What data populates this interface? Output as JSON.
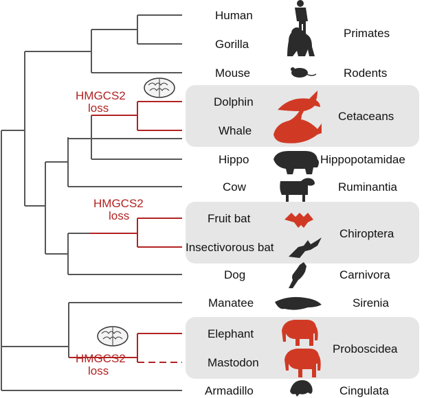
{
  "colors": {
    "tree_line": "#555555",
    "loss_line": "#b22222",
    "highlight_box": "#e6e6e6",
    "silhouette_dark": "#2b2b2b",
    "silhouette_red": "#c8321e"
  },
  "species": [
    {
      "name": "Human",
      "icon": "human-silhouette-icon"
    },
    {
      "name": "Gorilla",
      "icon": "gorilla-silhouette-icon"
    },
    {
      "name": "Mouse",
      "icon": "mouse-silhouette-icon"
    },
    {
      "name": "Dolphin",
      "icon": "dolphin-silhouette-icon"
    },
    {
      "name": "Whale",
      "icon": "whale-silhouette-icon"
    },
    {
      "name": "Hippo",
      "icon": "hippo-silhouette-icon"
    },
    {
      "name": "Cow",
      "icon": "cow-silhouette-icon"
    },
    {
      "name": "Fruit bat",
      "icon": "fruit-bat-silhouette-icon"
    },
    {
      "name": "Insectivorous bat",
      "icon": "insectivorous-bat-silhouette-icon"
    },
    {
      "name": "Dog",
      "icon": "dog-silhouette-icon"
    },
    {
      "name": "Manatee",
      "icon": "manatee-silhouette-icon"
    },
    {
      "name": "Elephant",
      "icon": "elephant-silhouette-icon"
    },
    {
      "name": "Mastodon",
      "icon": "mastodon-silhouette-icon"
    },
    {
      "name": "Armadillo",
      "icon": "armadillo-silhouette-icon"
    }
  ],
  "groups": [
    "Primates",
    "Rodents",
    "Cetaceans",
    "Hippopotamidae",
    "Ruminantia",
    "Chiroptera",
    "Carnivora",
    "Sirenia",
    "Proboscidea",
    "Cingulata"
  ],
  "loss_events": [
    {
      "gene": "HMGCS2",
      "text": "loss",
      "brain_icon": true
    },
    {
      "gene": "HMGCS2",
      "text": "loss",
      "brain_icon": false
    },
    {
      "gene": "HMGCS2",
      "text": "loss",
      "brain_icon": true
    }
  ]
}
